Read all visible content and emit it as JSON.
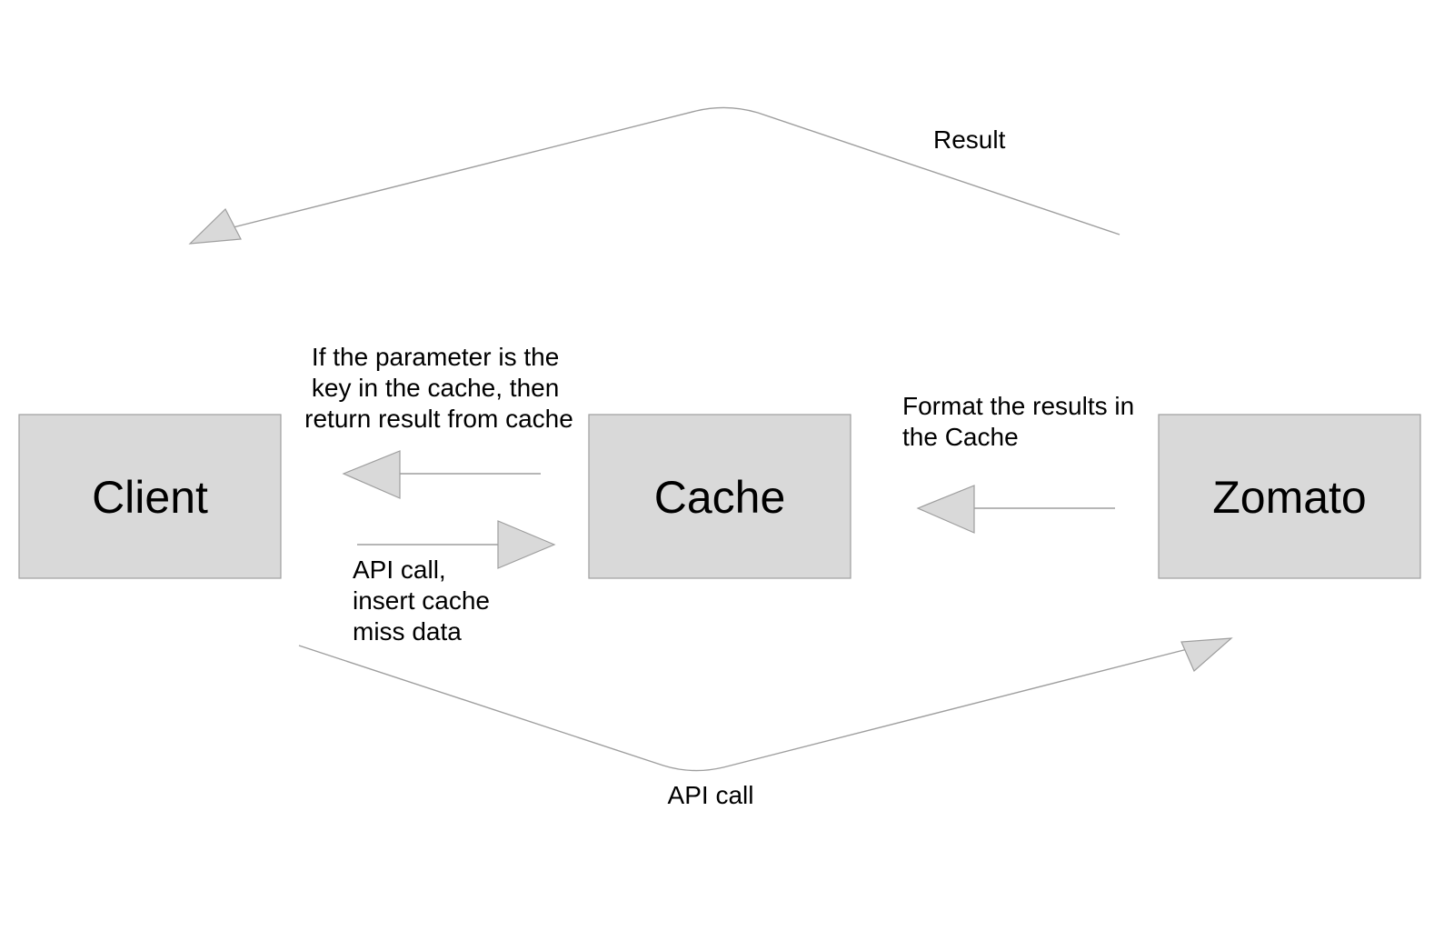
{
  "nodes": {
    "client": {
      "label": "Client"
    },
    "cache": {
      "label": "Cache"
    },
    "zomato": {
      "label": "Zomato"
    }
  },
  "edges": {
    "result": {
      "label": [
        "Result"
      ]
    },
    "cache_hit": {
      "label": [
        "If the parameter is the",
        "key in the cache, then",
        "return result from cache"
      ]
    },
    "cache_miss": {
      "label": [
        "API call,",
        "insert cache",
        "miss data"
      ]
    },
    "format": {
      "label": [
        "Format the results in",
        "the Cache"
      ]
    },
    "api_call": {
      "label": [
        "API call"
      ]
    }
  },
  "colors": {
    "box_fill": "#d9d9d9",
    "stroke": "#9e9e9e",
    "text": "#000000"
  }
}
